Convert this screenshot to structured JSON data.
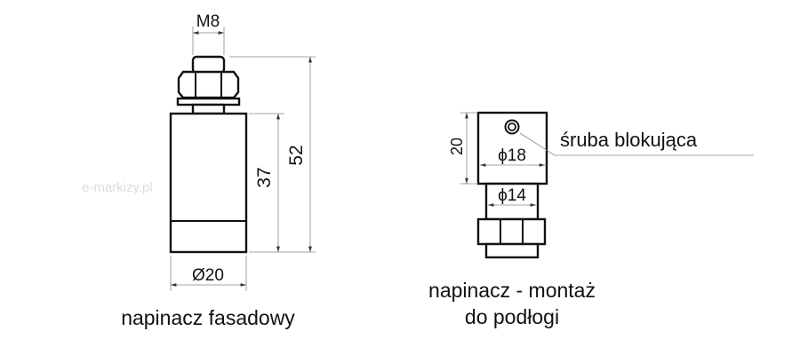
{
  "watermark": "e-markizy.pl",
  "left_part": {
    "thread_label": "M8",
    "height_total": "52",
    "height_body": "37",
    "diameter": "Ø20",
    "caption": "napinacz fasadowy"
  },
  "right_part": {
    "height_block": "20",
    "diameter_block": "ϕ18",
    "diameter_stem": "ϕ14",
    "screw_label": "śruba blokująca",
    "caption_line1": "napinacz - montaż",
    "caption_line2": "do podłogi"
  }
}
